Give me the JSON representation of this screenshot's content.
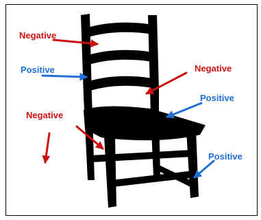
{
  "colors": {
    "negative": "#cc1111",
    "positive": "#1f6fd6",
    "chair": "#000000"
  },
  "chair_icon": "chair-silhouette",
  "labels": {
    "neg_top_left": "Negative",
    "pos_left": "Positive",
    "neg_right_back": "Negative",
    "pos_right_seat": "Positive",
    "neg_left_lower": "Negative",
    "pos_right_leg": "Positive"
  }
}
